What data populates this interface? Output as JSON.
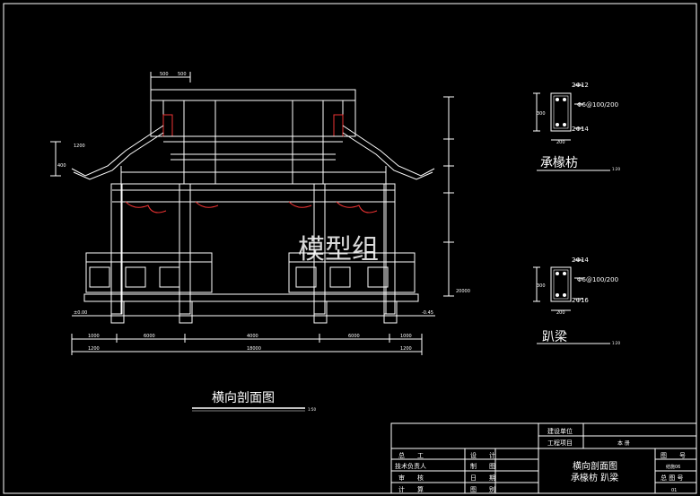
{
  "main_section": {
    "title": "横向剖面图",
    "scale": "1:50",
    "watermark": "模型组",
    "dims_bottom_row1": [
      "1000",
      "6000",
      "4000",
      "6000",
      "1000"
    ],
    "dims_bottom_row2": [
      "1200",
      "18000",
      "1200"
    ],
    "dim_top": [
      "500",
      "500"
    ],
    "dim_left": [
      "1200",
      "400"
    ],
    "right_elev": "20000",
    "level_marks": [
      "±0.00",
      "-0.45"
    ]
  },
  "detail_top": {
    "title": "承椽枋",
    "scale": "1:20",
    "top_bars": "2Φ12",
    "stirrups": "Φ6@100/200",
    "bottom_bars": "2Φ14",
    "height": "300",
    "width": "200"
  },
  "detail_bottom": {
    "title": "趴梁",
    "scale": "1:20",
    "top_bars": "2Φ14",
    "stirrups": "Φ6@100/200",
    "bottom_bars": "2Φ16",
    "height": "300",
    "width": "200"
  },
  "title_block": {
    "construction_unit": "建设单位",
    "project_name": "工程项目",
    "project_value": "本 册",
    "chief_engineer": "总　　工",
    "technical_lead": "技术负责人",
    "reviewer": "审　　核",
    "calculator": "计　　算",
    "designer": "设　　计",
    "drafter": "制　　图",
    "date": "日　　期",
    "category": "图　　别",
    "drawing_title_line1": "横向剖面图",
    "drawing_title_line2": "承椽枋 趴梁",
    "drawing_number_label": "图　　号",
    "sheet_label": "总 图 号",
    "sheet_value": "结施06",
    "page": "01"
  }
}
